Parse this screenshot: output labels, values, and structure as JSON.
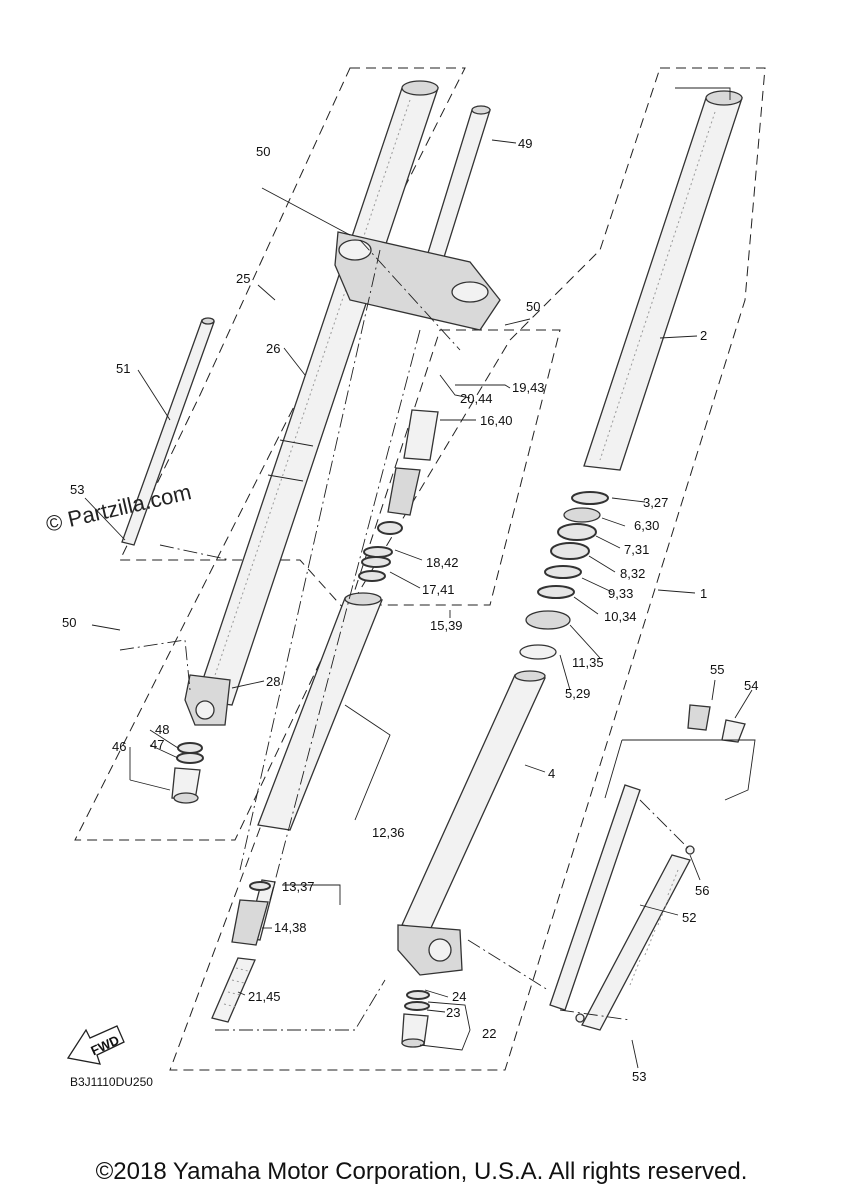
{
  "watermark": "© Partzilla.com",
  "diagram_code": "B3J1110DU250",
  "fwd_label": "FWD",
  "callouts": {
    "c1": "1",
    "c2": "2",
    "c3_27": "3,27",
    "c4": "4",
    "c5_29": "5,29",
    "c6_30": "6,30",
    "c7_31": "7,31",
    "c8_32": "8,32",
    "c9_33": "9,33",
    "c10_34": "10,34",
    "c11_35": "11,35",
    "c12_36": "12,36",
    "c13_37": "13,37",
    "c14_38": "14,38",
    "c15_39": "15,39",
    "c16_40": "16,40",
    "c17_41": "17,41",
    "c18_42": "18,42",
    "c19_43": "19,43",
    "c20_44": "20,44",
    "c21_45": "21,45",
    "c22": "22",
    "c23": "23",
    "c24": "24",
    "c25": "25",
    "c26": "26",
    "c28": "28",
    "c46": "46",
    "c47": "47",
    "c48": "48",
    "c49": "49",
    "c50a": "50",
    "c50b": "50",
    "c50c": "50",
    "c51": "51",
    "c52": "52",
    "c53a": "53",
    "c53b": "53",
    "c54": "54",
    "c55": "55",
    "c56": "56"
  },
  "footer": "©2018 Yamaha Motor Corporation, U.S.A. All rights reserved."
}
